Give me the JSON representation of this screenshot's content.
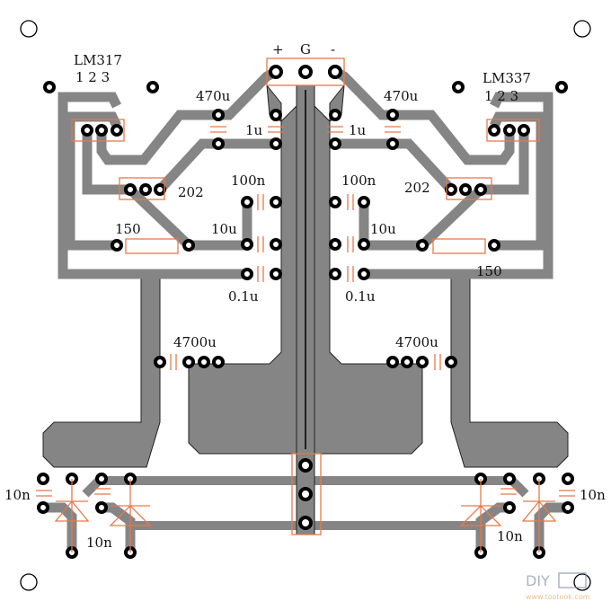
{
  "board": {
    "connector": {
      "plus": "+",
      "ground": "G",
      "minus": "-"
    },
    "left": {
      "regulator": "LM317",
      "pins": "1 2 3",
      "c_470": "470u",
      "c_1": "1u",
      "pot": "202",
      "c_100n": "100n",
      "c_10u": "10u",
      "resistor": "150",
      "c_01": "0.1u",
      "c_4700": "4700u",
      "c_10n_a": "10n",
      "c_10n_b": "10n"
    },
    "right": {
      "regulator": "LM337",
      "pins": "1 2 3",
      "c_470": "470u",
      "c_1": "1u",
      "pot": "202",
      "c_100n": "100n",
      "c_10u": "10u",
      "resistor": "150",
      "c_01": "0.1u",
      "c_4700": "4700u",
      "c_10n_a": "10n",
      "c_10n_b": "10n"
    },
    "colors": {
      "copper": "#858585",
      "silkscreen": "#e8794a"
    }
  },
  "watermark": {
    "logo": "DIY",
    "url": "www.tootook.com"
  }
}
